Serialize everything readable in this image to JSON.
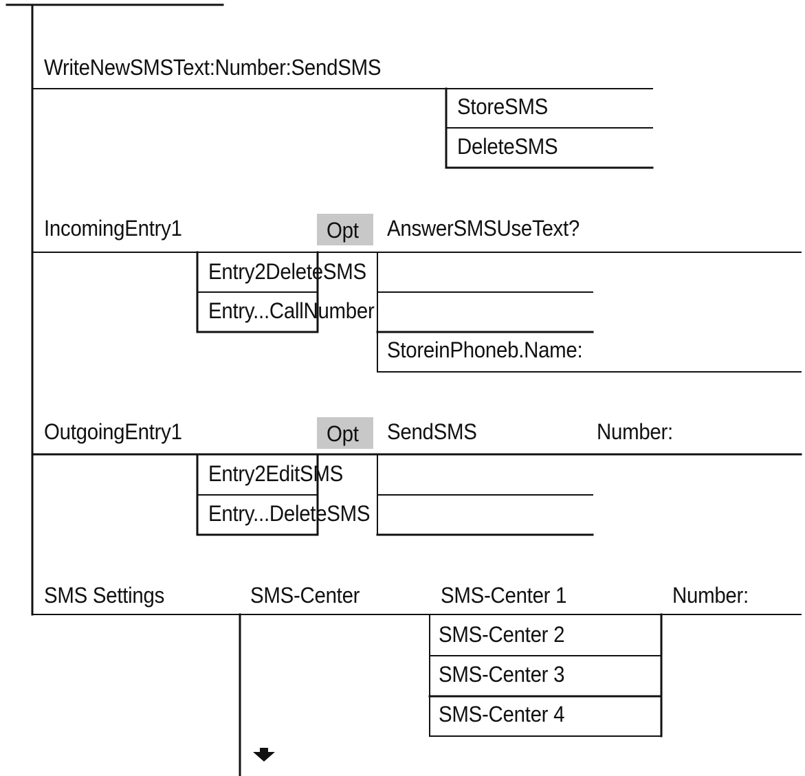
{
  "sms_menu": {
    "write": {
      "label": "WriteNewSMSText:Number:SendSMS",
      "options": [
        "StoreSMS",
        "DeleteSMS"
      ]
    },
    "incoming": {
      "label": "IncomingEntry1",
      "opt_label": "Opt",
      "entries": [
        "Entry2DeleteSMS",
        "Entry...CallNumber"
      ],
      "options": [
        "AnswerSMSUseText?",
        "StoreinPhoneb.Name:"
      ]
    },
    "outgoing": {
      "label": "OutgoingEntry1",
      "opt_label": "Opt",
      "entries": [
        "Entry2EditSMS",
        "Entry...DeleteSMS"
      ],
      "send_label": "SendSMS",
      "number_label": "Number:"
    },
    "settings": {
      "label": "SMS Settings",
      "center_label": "SMS-Center",
      "centers": [
        "SMS-Center 1",
        "SMS-Center 2",
        "SMS-Center 3",
        "SMS-Center 4"
      ],
      "number_label": "Number:"
    }
  },
  "icons": {
    "more_below": "down-arrow-icon"
  }
}
